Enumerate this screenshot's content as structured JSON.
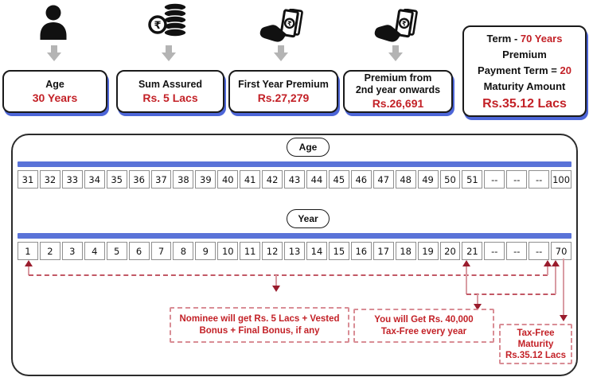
{
  "cards": {
    "age": {
      "label": "Age",
      "value": "30 Years"
    },
    "sum_assured": {
      "label": "Sum Assured",
      "value": "Rs. 5 Lacs"
    },
    "first_year_premium": {
      "label": "First Year Premium",
      "value": "Rs.27,279"
    },
    "renewal_premium": {
      "label_line1": "Premium from",
      "label_line2": "2nd year onwards",
      "value": "Rs.26,691"
    },
    "plan_summary": {
      "term_label": "Term - ",
      "term_value": "70 Years",
      "ppt_label_line1": "Premium",
      "ppt_label_line2": "Payment Term = ",
      "ppt_value": "20",
      "maturity_label": "Maturity Amount",
      "maturity_value": "Rs.35.12 Lacs"
    }
  },
  "icons": {
    "column1": "person-icon",
    "column2": "rupee-coin-stack-icon",
    "column3": "money-in-hand-icon",
    "column4": "money-in-hand-icon",
    "flow": "gray-down-arrow-icon"
  },
  "timeline": {
    "age_label": "Age",
    "year_label": "Year",
    "age_cells": [
      "31",
      "32",
      "33",
      "34",
      "35",
      "36",
      "37",
      "38",
      "39",
      "40",
      "41",
      "42",
      "43",
      "44",
      "45",
      "46",
      "47",
      "48",
      "49",
      "50",
      "51",
      "--",
      "--",
      "--",
      "100"
    ],
    "year_cells": [
      "1",
      "2",
      "3",
      "4",
      "5",
      "6",
      "7",
      "8",
      "9",
      "10",
      "11",
      "12",
      "13",
      "14",
      "15",
      "16",
      "17",
      "18",
      "19",
      "20",
      "21",
      "--",
      "--",
      "--",
      "70"
    ]
  },
  "annotations": {
    "nominee_benefit": {
      "line1": "Nominee will get Rs. 5 Lacs + Vested",
      "line2": "Bonus + Final Bonus, if any"
    },
    "annual_payout": {
      "line1": "You will Get Rs. 40,000",
      "line2": "Tax-Free every year"
    },
    "maturity_benefit": {
      "line1": "Tax-Free",
      "line2": "Maturity",
      "line3": "Rs.35.12 Lacs"
    }
  },
  "colors": {
    "accent_red": "#c32127",
    "arrowhead_maroon": "#9a1c2d",
    "connector_pink": "#c25865",
    "timeline_blue": "#5a73d8",
    "card_shadow_blue": "#4d66d8",
    "gray_arrow": "#b4b4b4"
  }
}
